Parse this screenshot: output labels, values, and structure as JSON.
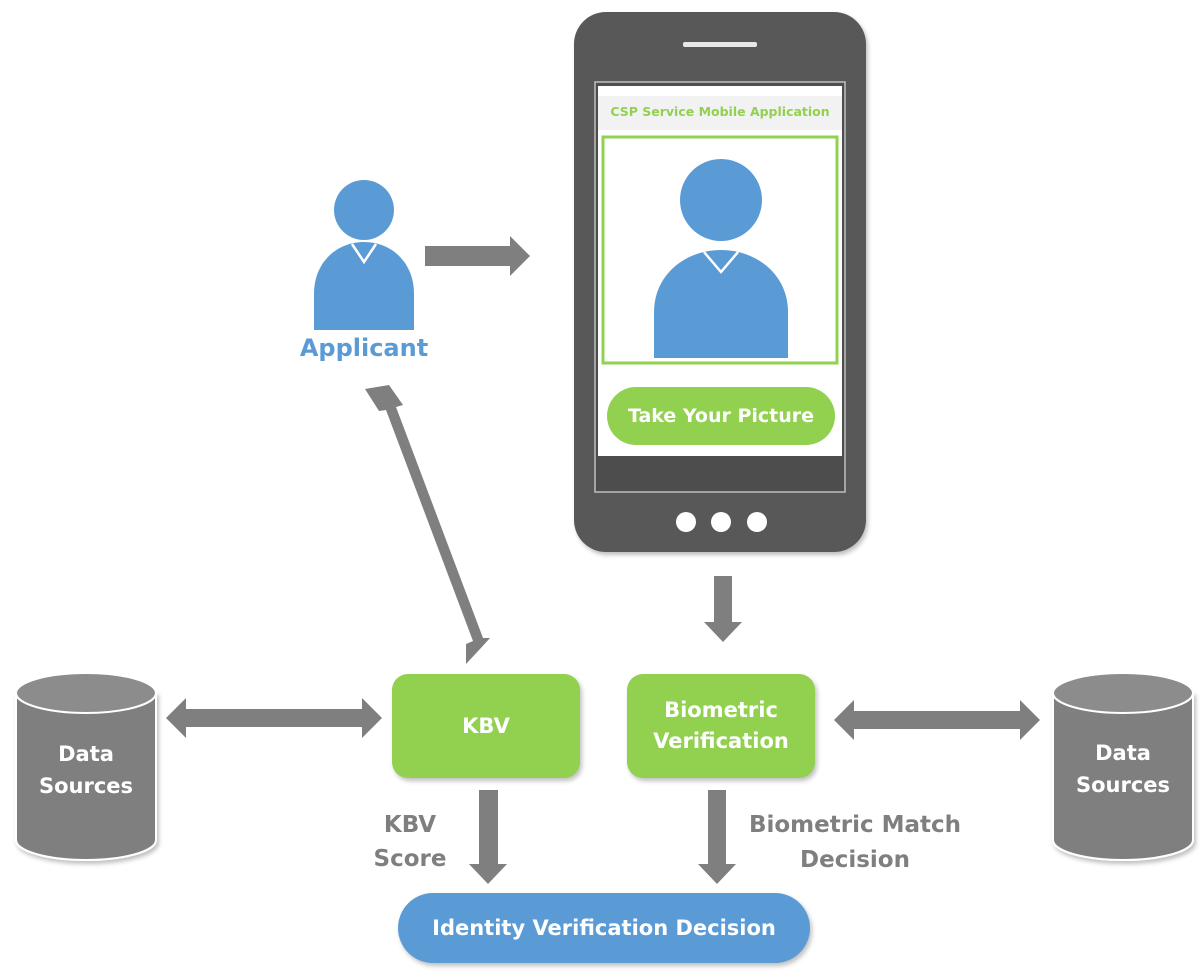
{
  "colors": {
    "person_blue": "#5b9bd5",
    "green": "#92d050",
    "phone_dark": "#595959",
    "arrow_gray": "#7f7f7f",
    "db_gray": "#7f7f7f"
  },
  "applicant": {
    "label": "Applicant",
    "icon": "person-icon"
  },
  "phone": {
    "app_title": "CSP Service Mobile Application",
    "photo_icon": "person-icon",
    "button_label": "Take Your Picture"
  },
  "kbv": {
    "label": "KBV"
  },
  "biometric": {
    "label_line1": "Biometric",
    "label_line2": "Verification"
  },
  "data_sources_left": {
    "line1": "Data",
    "line2": "Sources"
  },
  "data_sources_right": {
    "line1": "Data",
    "line2": "Sources"
  },
  "kbv_score": {
    "line1": "KBV",
    "line2": "Score"
  },
  "biometric_match": {
    "line1": "Biometric Match",
    "line2": "Decision"
  },
  "decision": {
    "label": "Identity Verification Decision"
  }
}
